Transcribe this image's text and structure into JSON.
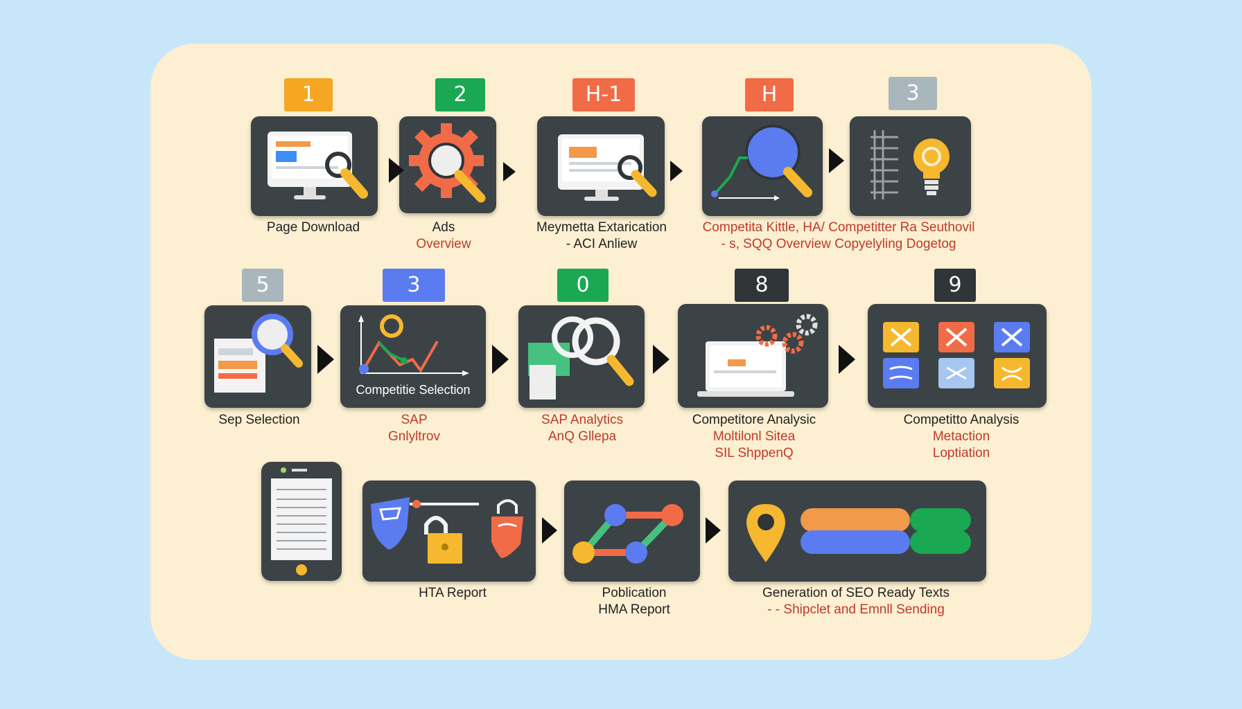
{
  "colors": {
    "background": "#c8e6fa",
    "board": "#fcefd2",
    "tile": "#3c4346",
    "orange": "#f5a623",
    "green": "#1aa853",
    "coral": "#f26b47",
    "gray": "#a9b7bd",
    "blue": "#5b7cf0",
    "dark": "#2f3538"
  },
  "row1": {
    "badges": [
      "1",
      "2",
      "H-1",
      "H",
      "3"
    ],
    "captions": [
      {
        "line1": "Page Download",
        "line2": ""
      },
      {
        "line1": "Ads",
        "line2": "Overview"
      },
      {
        "line1": "Meymetta Extarication",
        "line2": "- ACI Anliew"
      },
      {
        "line1": "Competita Kittle, HA/ Competitter Ra Seuthovil",
        "line2": "- s, SQQ Overview  Copyelyling Dogetog"
      }
    ],
    "icons": [
      "monitor-magnifier-icon",
      "gear-magnifier-icon",
      "monitor-magnifier-icon",
      "graph-magnifier-icon",
      "document-lightbulb-icon"
    ]
  },
  "row2": {
    "badges": [
      "5",
      "3",
      "0",
      "8",
      "9"
    ],
    "captions": [
      {
        "line1": "Sep Selection",
        "line2": ""
      },
      {
        "line1": "SAP",
        "line2": "Gnlyltrov"
      },
      {
        "line1": "SAP  Analytics",
        "line2": "AnQ Gllepa"
      },
      {
        "line1": "Competitore Analysic",
        "line2": "Moltilonl Sitea",
        "line3": "SIL ShppenQ"
      },
      {
        "line1": "Competitto Analysis",
        "line2": "Metaction",
        "line3": "Loptiation"
      }
    ],
    "tile_label": "Competitie Selection",
    "icons": [
      "document-magnifier-icon",
      "line-chart-icon",
      "folder-magnifier-icon",
      "laptop-gears-icon",
      "grid-tiles-icon"
    ]
  },
  "row3": {
    "captions": [
      {
        "line1": "HTA Report",
        "line2": ""
      },
      {
        "line1": "Poblication",
        "line2": "HMA Report"
      },
      {
        "line1": "Generation of SEO Ready Texts",
        "line2": "- -  Shipclet and Emnll Sending"
      }
    ],
    "icons": [
      "phone-icon",
      "shield-lock-icon",
      "network-nodes-icon",
      "location-bars-icon"
    ]
  }
}
